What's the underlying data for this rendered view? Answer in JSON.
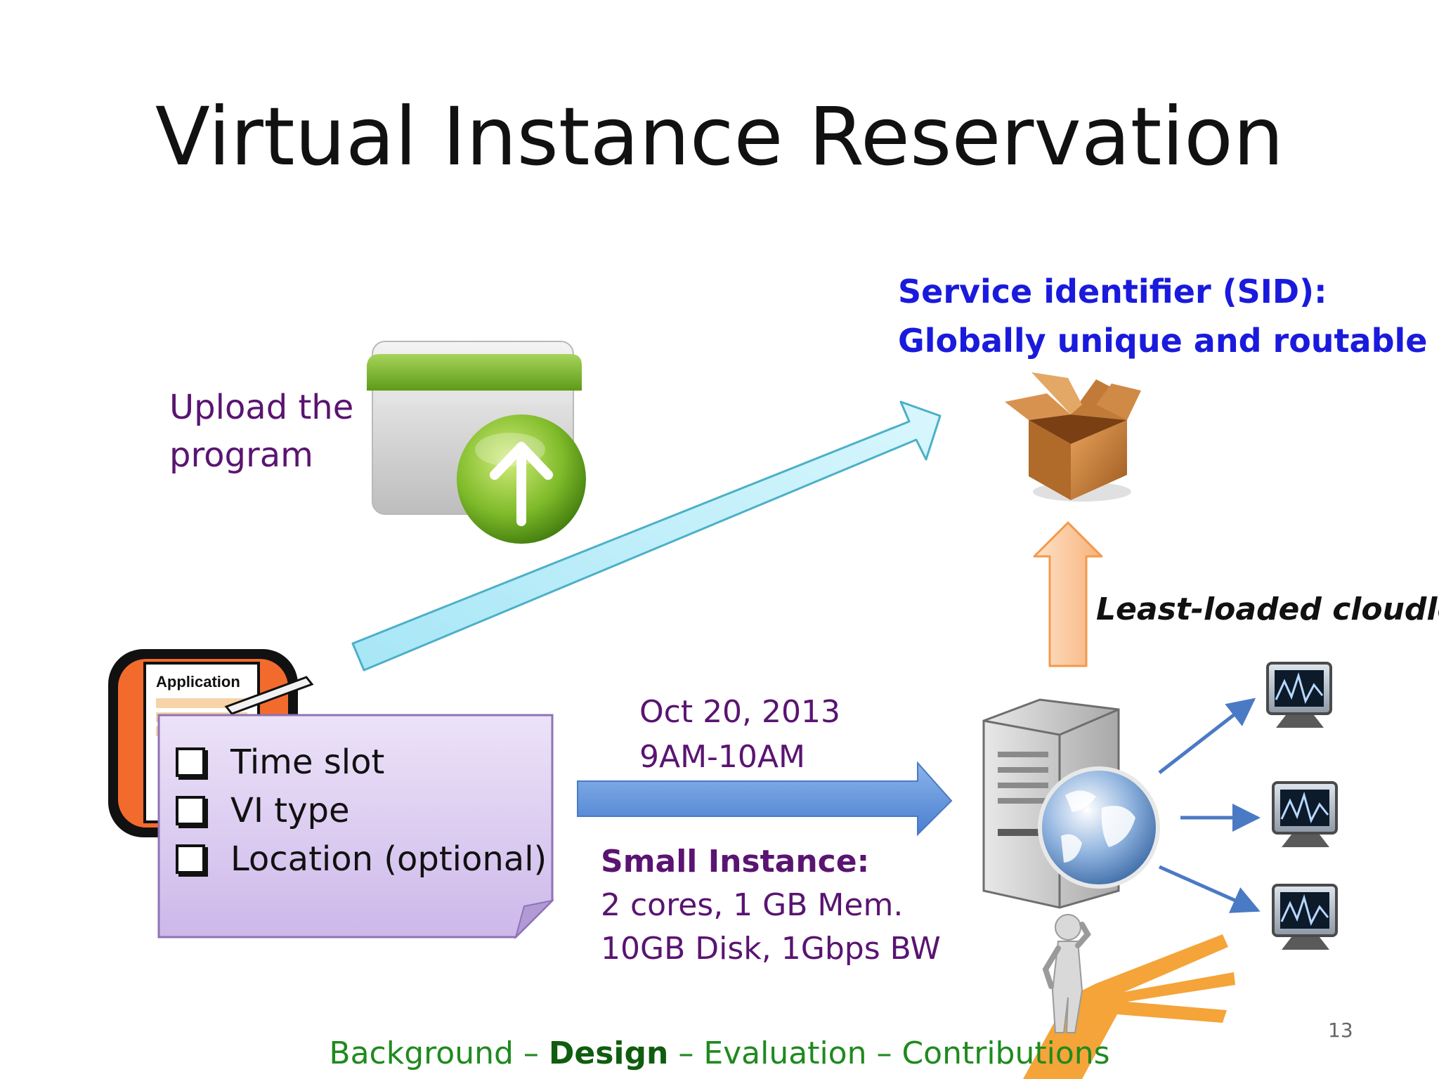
{
  "slide": {
    "title": "Virtual Instance Reservation",
    "sid_line1": "Service identifier (SID):",
    "sid_line2": "Globally unique and routable",
    "upload_line1": "Upload the",
    "upload_line2": "program",
    "least_loaded": "Least-loaded cloudlet",
    "date_line1": "Oct 20, 2013",
    "date_line2": "9AM-10AM",
    "instance_heading": "Small Instance:",
    "instance_line1": "2 cores, 1 GB Mem.",
    "instance_line2": "10GB Disk, 1Gbps BW",
    "application_label": "Application",
    "checklist": [
      "Time slot",
      "VI type",
      "Location (optional)"
    ],
    "footer": {
      "part1": "Background – ",
      "part2": "Design",
      "part3": " – Evaluation – Contributions"
    },
    "page_number": "13"
  },
  "icons": [
    "upload-folder-icon",
    "box-icon",
    "server-globe-icon",
    "monitor-icon",
    "application-form-icon",
    "thinking-person-icon"
  ],
  "colors": {
    "sid_text": "#1a1adc",
    "purple_text": "#5a1471",
    "footer_text": "#1f8a1f",
    "note_fill": "#d8c8ee",
    "upload_arrow": "#c6f1fa",
    "reserve_arrow": "#5b8fd6",
    "select_arrow": "#fbc79c"
  }
}
